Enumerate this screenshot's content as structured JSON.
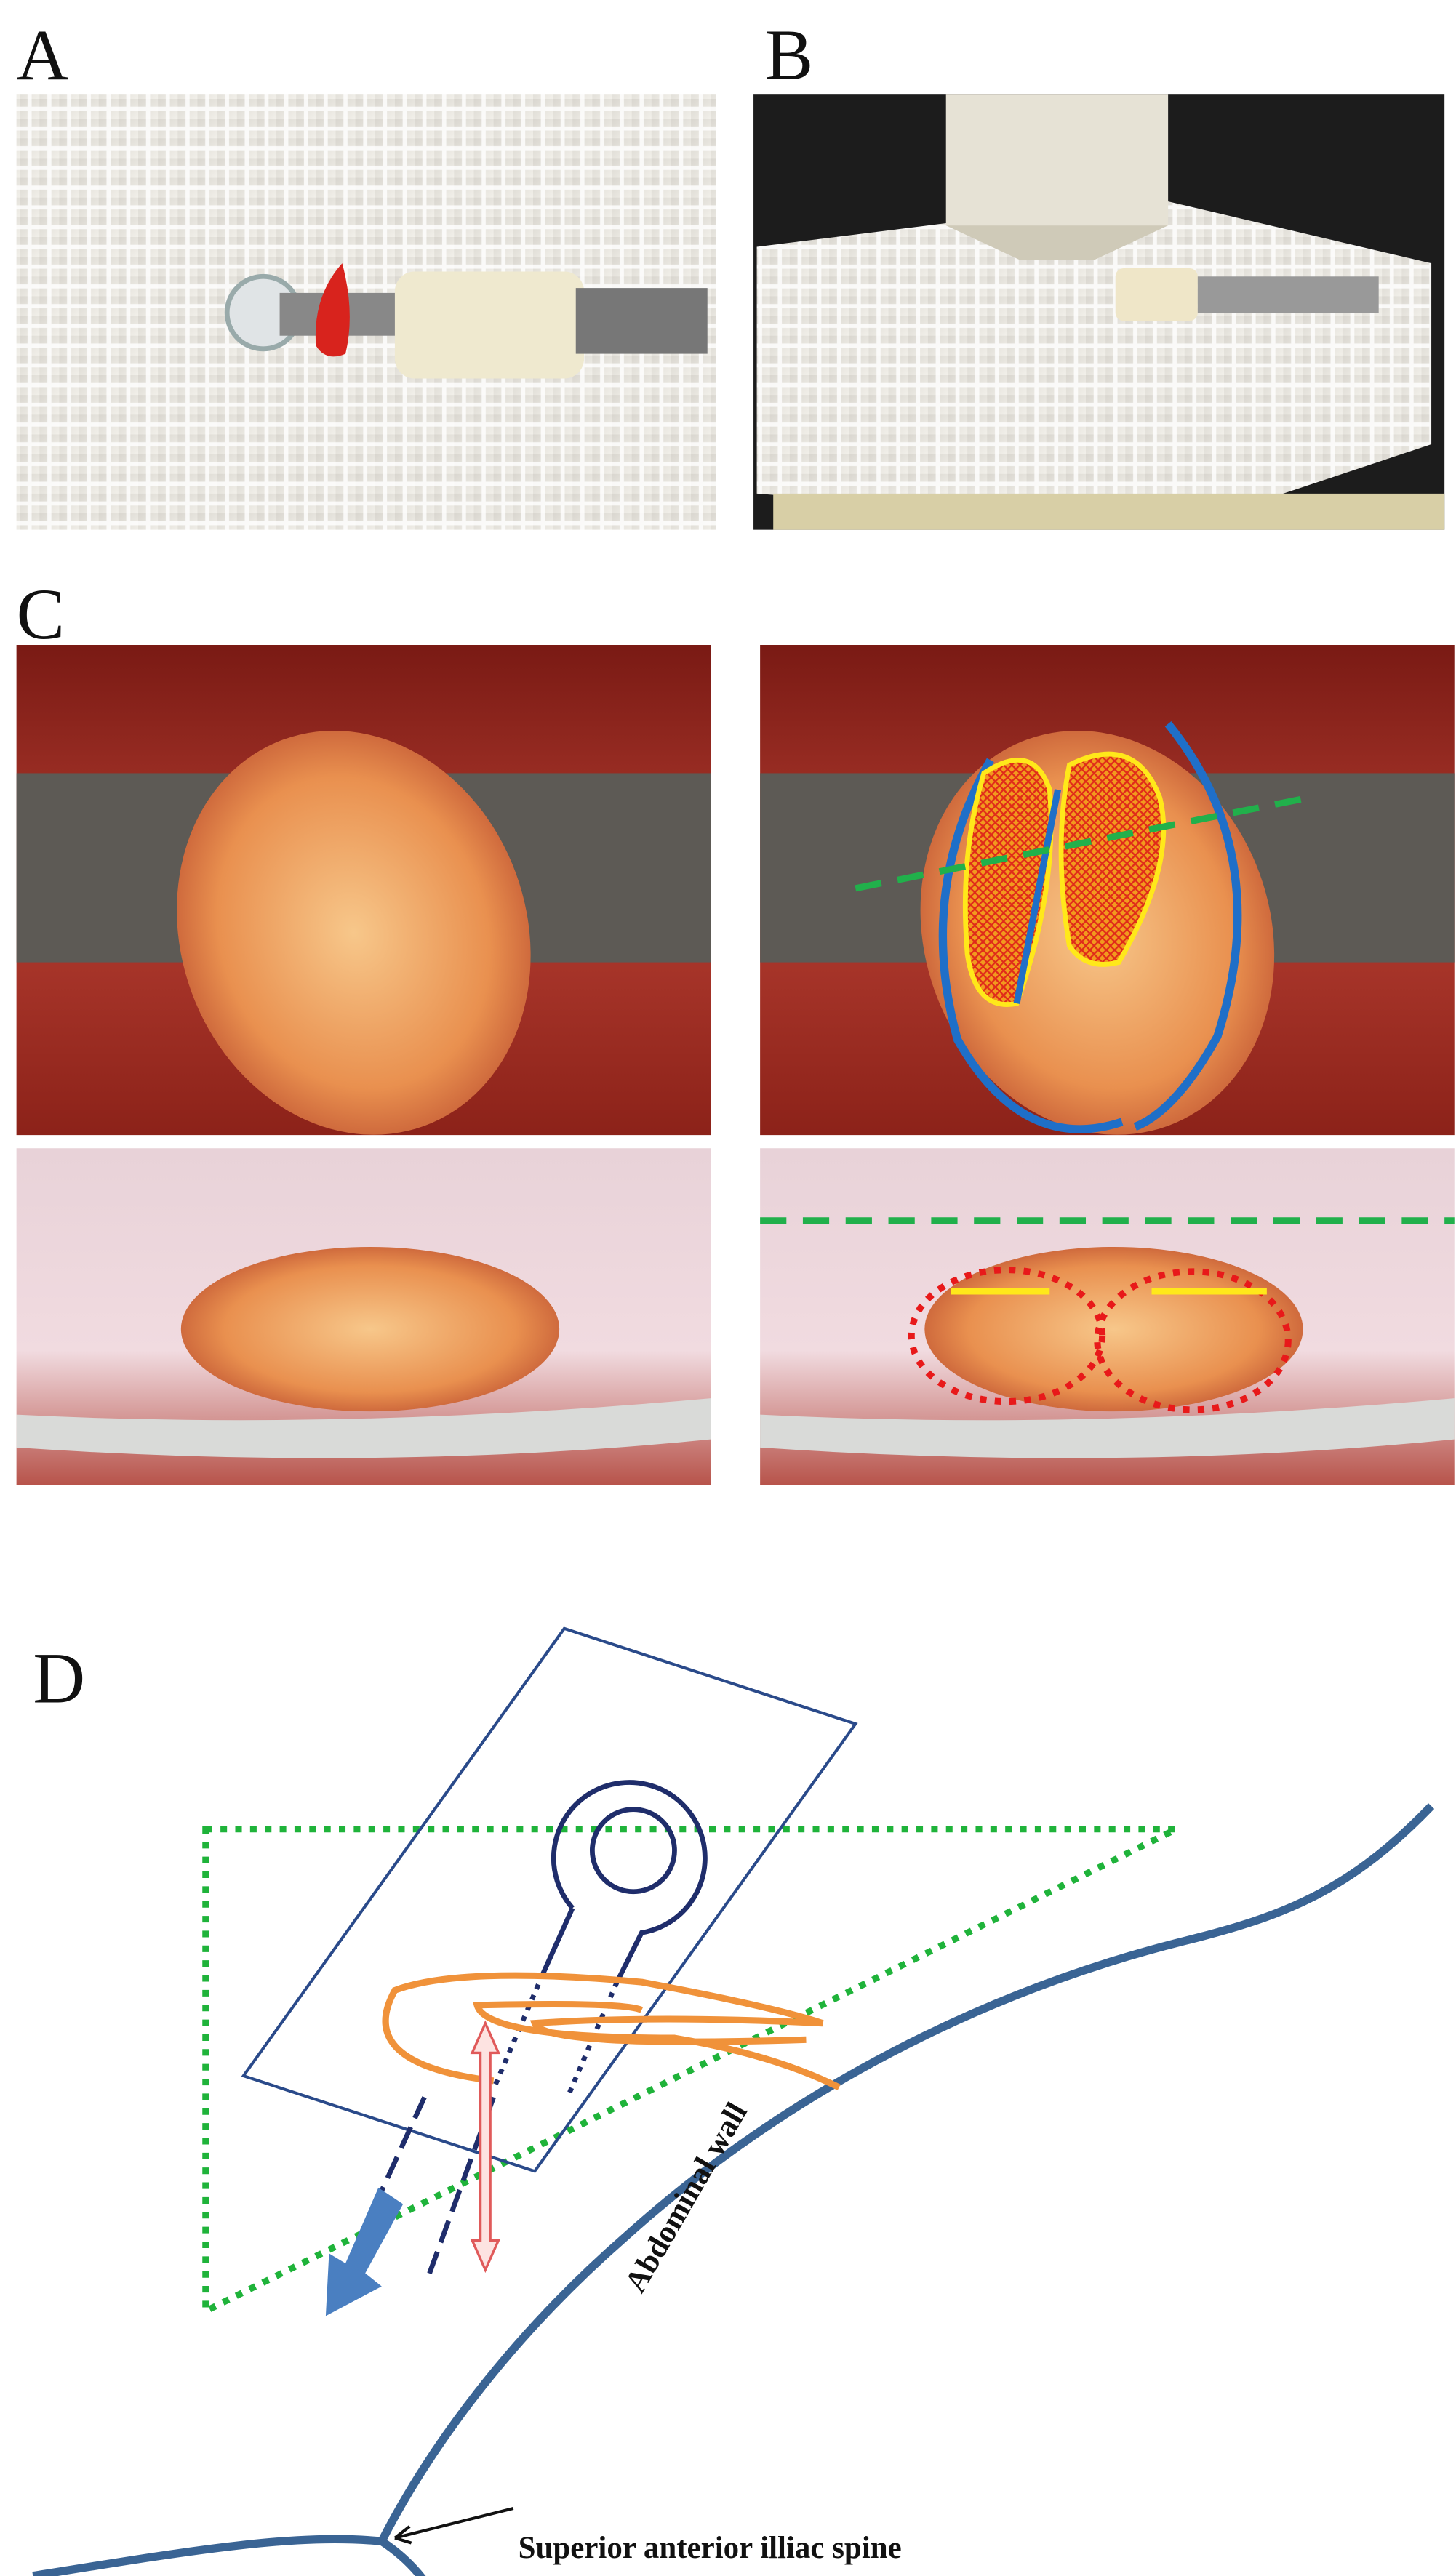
{
  "panels": {
    "a": {
      "label": "A"
    },
    "b": {
      "label": "B"
    },
    "c": {
      "label": "C"
    },
    "d": {
      "label": "D"
    }
  },
  "diagram": {
    "abdominal_wall_label": "Abdominal wall",
    "spine_label": "Superior anterior illiac spine"
  },
  "colors": {
    "body_line": "#3a6494",
    "device": "#1f2d6b",
    "tissue": "#f0923a",
    "region": "#1fb33a",
    "arrow_fill": "#4a7fc1",
    "double_arrow": "#e05a5a"
  }
}
